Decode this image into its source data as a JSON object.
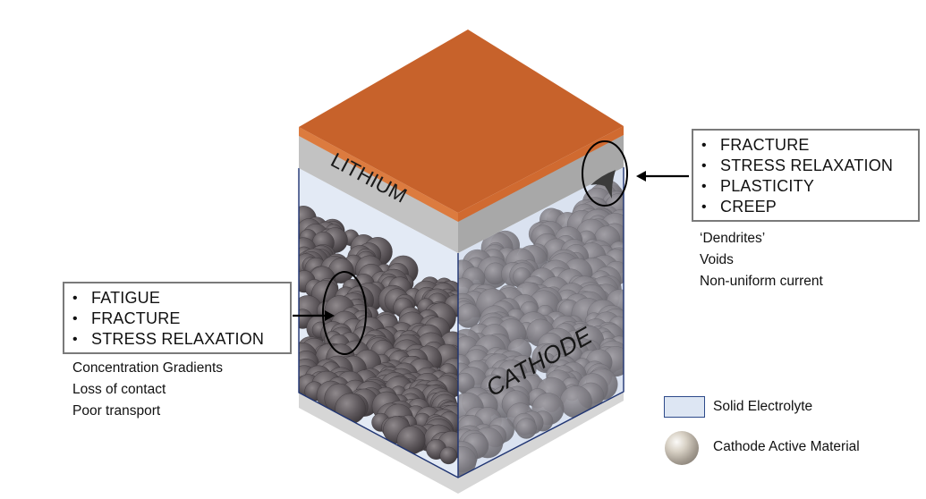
{
  "diagram": {
    "lithium_label": "LITHIUM",
    "cathode_label": "CATHODE",
    "colors": {
      "lithium_top": "#c7622b",
      "lithium_edge": "#dc7b3f",
      "lithium_band": "#bcbcbc",
      "electrolyte": "#dde6f3",
      "electrolyte_border": "#1f3472",
      "particle": "#615b5f",
      "base": "#d6d6d6"
    }
  },
  "cathode_interface": {
    "issues": [
      "FATIGUE",
      "FRACTURE",
      "STRESS RELAXATION"
    ],
    "effects": [
      "Concentration Gradients",
      "Loss of contact",
      "Poor transport"
    ]
  },
  "lithium_interface": {
    "issues": [
      "FRACTURE",
      "STRESS RELAXATION",
      "PLASTICITY",
      "CREEP"
    ],
    "effects": [
      "‘Dendrites’",
      "Voids",
      "Non-uniform current"
    ]
  },
  "legend": {
    "electrolyte_label": "Solid Electrolyte",
    "material_label": "Cathode Active Material"
  }
}
